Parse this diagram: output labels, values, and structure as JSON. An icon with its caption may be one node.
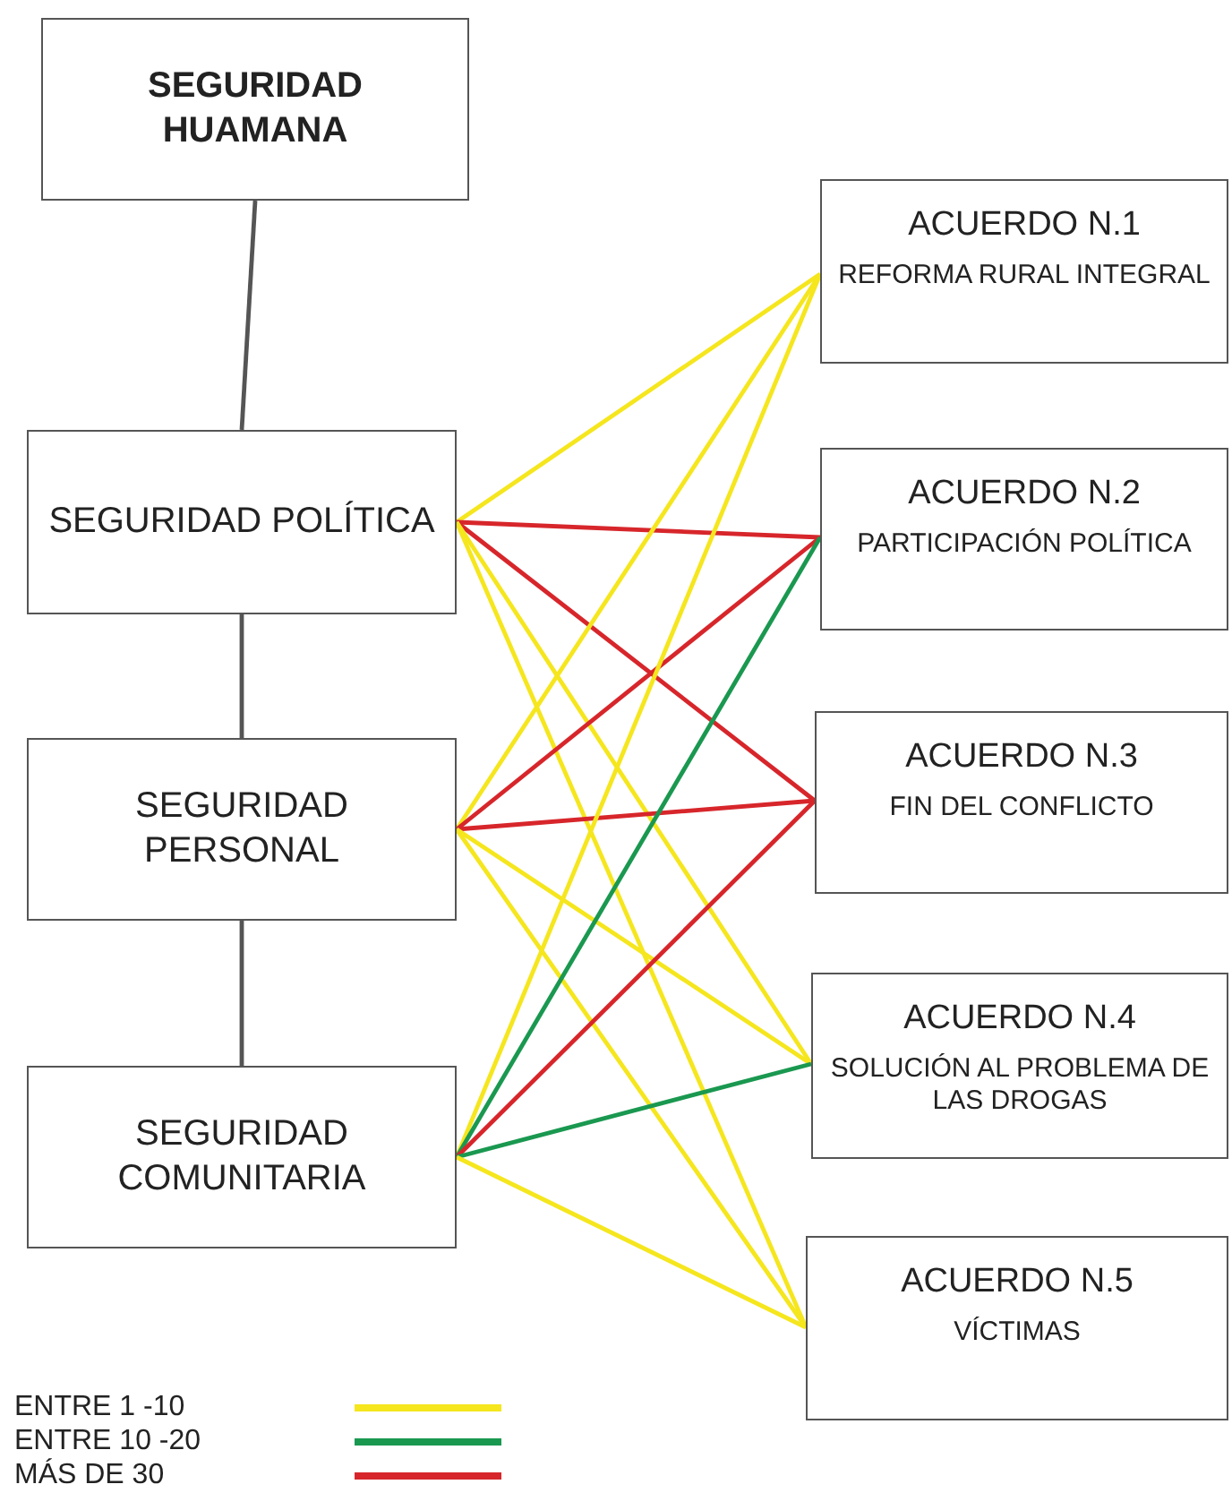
{
  "diagram": {
    "nodes": [
      {
        "text": [
          "SEGURIDAD HUAMANA"
        ]
      },
      {
        "text": [
          "SEGURIDAD POLÍTICA"
        ]
      },
      {
        "text": [
          "SEGURIDAD PERSONAL"
        ]
      },
      {
        "text": [
          "SEGURIDAD COMUNITARIA"
        ]
      },
      {
        "text": [
          "ACUERDO N.1",
          "REFORMA RURAL INTEGRAL"
        ]
      },
      {
        "text": [
          "ACUERDO N.2",
          "PARTICIPACIÓN POLÍTICA"
        ]
      },
      {
        "text": [
          "ACUERDO N.3",
          "FIN DEL CONFLICTO"
        ]
      },
      {
        "text": [
          "ACUERDO N.4",
          "SOLUCIÓN AL PROBLEMA DE LAS DROGAS"
        ]
      },
      {
        "text": [
          "ACUERDO N.5",
          "VÍCTIMAS"
        ]
      }
    ],
    "edges": [
      {
        "from": 0,
        "to": 1,
        "arrow": "none",
        "color": "#555555"
      },
      {
        "from": 1,
        "to": 2,
        "arrow": "none",
        "color": "#555555"
      },
      {
        "from": 2,
        "to": 3,
        "arrow": "none",
        "color": "#555555"
      },
      {
        "from": 1,
        "to": 4,
        "arrow": "none"
      },
      {
        "from": 1,
        "to": 5,
        "arrow": "none",
        "color": "#d7262b"
      },
      {
        "from": 1,
        "to": 6,
        "arrow": "none",
        "color": "#d7262b"
      },
      {
        "from": 1,
        "to": 7,
        "arrow": "none"
      },
      {
        "from": 1,
        "to": 8,
        "arrow": "none"
      },
      {
        "from": 2,
        "to": 4,
        "arrow": "none"
      },
      {
        "from": 2,
        "to": 5,
        "arrow": "none",
        "color": "#d7262b"
      },
      {
        "from": 2,
        "to": 6,
        "arrow": "none",
        "color": "#d7262b"
      },
      {
        "from": 2,
        "to": 7,
        "arrow": "none"
      },
      {
        "from": 2,
        "to": 8,
        "arrow": "none"
      },
      {
        "from": 3,
        "to": 4,
        "arrow": "none"
      },
      {
        "from": 3,
        "to": 5,
        "arrow": "none",
        "color": "#1a9850"
      },
      {
        "from": 3,
        "to": 6,
        "arrow": "none",
        "color": "#d7262b"
      },
      {
        "from": 3,
        "to": 7,
        "arrow": "none",
        "color": "#1a9850"
      },
      {
        "from": 3,
        "to": 8,
        "arrow": "none"
      }
    ],
    "legend": [
      {
        "text": "ENTRE 1 -10",
        "color": "#f5e61e"
      },
      {
        "text": "ENTRE 10 -20",
        "color": "#1a9850"
      },
      {
        "text": "MÁS DE 30",
        "color": "#d7262b"
      }
    ]
  }
}
